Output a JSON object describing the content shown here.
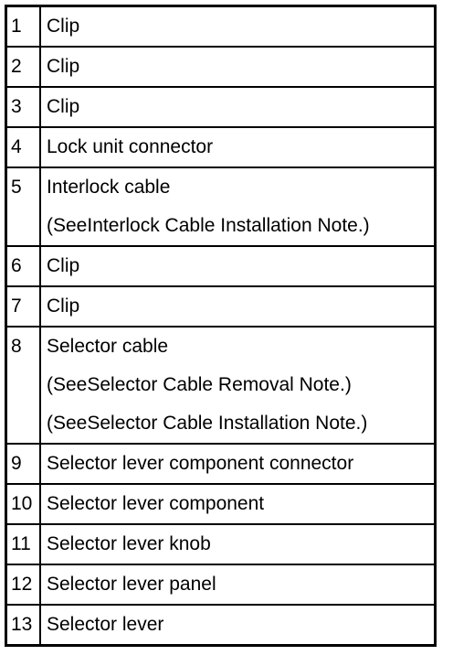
{
  "rows": [
    {
      "num": "1",
      "lines": [
        "Clip"
      ]
    },
    {
      "num": "2",
      "lines": [
        "Clip"
      ]
    },
    {
      "num": "3",
      "lines": [
        "Clip"
      ]
    },
    {
      "num": "4",
      "lines": [
        "Lock unit connector"
      ]
    },
    {
      "num": "5",
      "lines": [
        "Interlock cable",
        "(SeeInterlock Cable Installation Note.)"
      ]
    },
    {
      "num": "6",
      "lines": [
        "Clip"
      ]
    },
    {
      "num": "7",
      "lines": [
        "Clip"
      ]
    },
    {
      "num": "8",
      "lines": [
        "Selector cable",
        "(SeeSelector Cable Removal Note.)",
        "(SeeSelector Cable Installation Note.)"
      ]
    },
    {
      "num": "9",
      "lines": [
        "Selector lever component connector"
      ]
    },
    {
      "num": "10",
      "lines": [
        "Selector lever component"
      ]
    },
    {
      "num": "11",
      "lines": [
        "Selector lever knob"
      ]
    },
    {
      "num": "12",
      "lines": [
        "Selector lever panel"
      ]
    },
    {
      "num": "13",
      "lines": [
        "Selector lever"
      ]
    }
  ]
}
